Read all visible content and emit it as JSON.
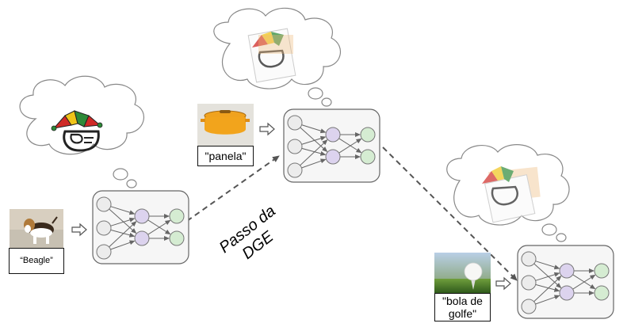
{
  "examples": [
    {
      "label": "“Beagle”",
      "photo": "beagle-dog-photo"
    },
    {
      "label": "\"panela\"",
      "photo": "orange-cooking-pot-photo"
    },
    {
      "label": "\"bola de golfe\"",
      "label_line1": "\"bola de",
      "label_line2": "golfe\"",
      "photo": "golf-ball-on-tee-photo"
    }
  ],
  "step_label": {
    "line1": "Passo da",
    "line2": "DGE"
  },
  "colors": {
    "input_node": "#ececec",
    "hidden_node": "#dcd3ee",
    "output_node": "#d5ecd2",
    "network_box": "#f6f6f6",
    "arrow": "#555555"
  },
  "thought_icons": [
    "jester-hat-icon",
    "pot-icon",
    "label-icon"
  ]
}
